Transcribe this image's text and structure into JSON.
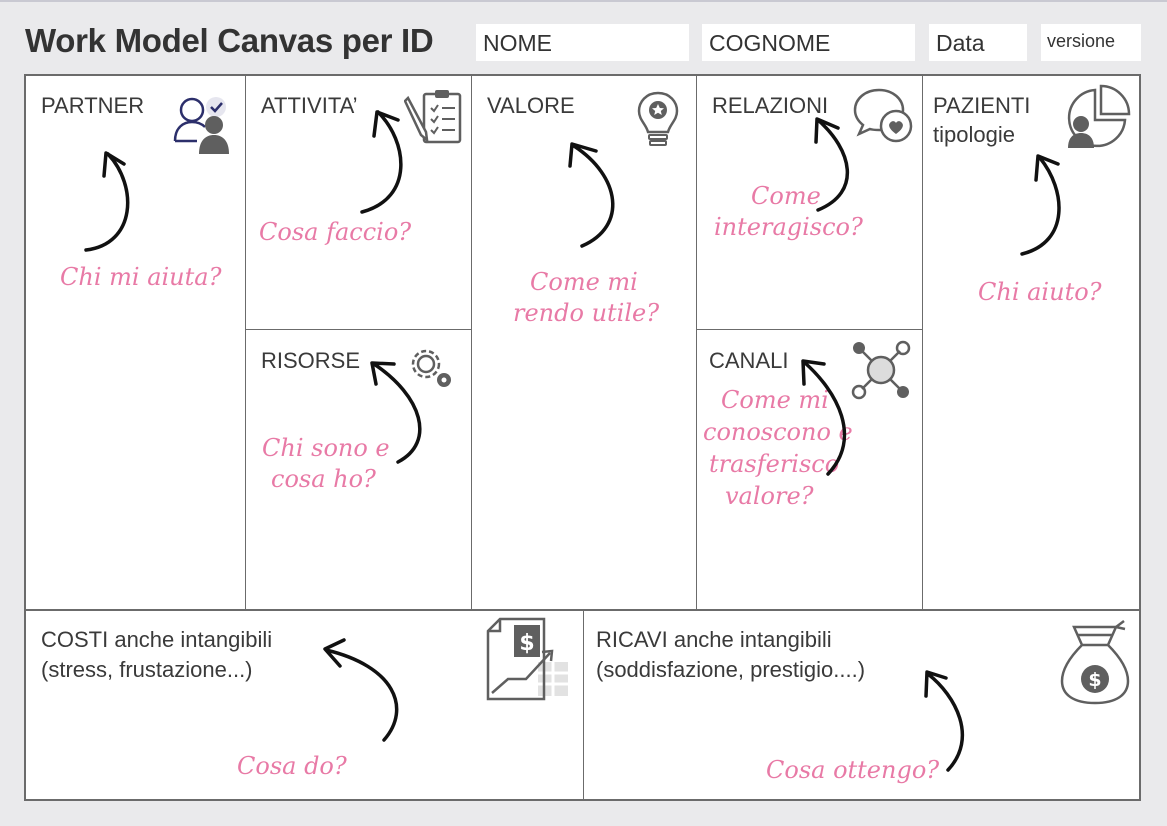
{
  "header": {
    "title": "Work Model Canvas per ID",
    "fields": {
      "nome": "NOME",
      "cognome": "COGNOME",
      "data": "Data",
      "versione": "versione"
    }
  },
  "canvas": {
    "partner": {
      "label": "PARTNER",
      "question": "Chi mi aiuta?"
    },
    "attivita": {
      "label": "ATTIVITA’",
      "question": "Cosa faccio?"
    },
    "risorse": {
      "label": "RISORSE",
      "question_line1": "Chi sono e",
      "question_line2": "cosa ho?"
    },
    "valore": {
      "label": "VALORE",
      "question_line1": "Come mi",
      "question_line2": "rendo utile?"
    },
    "relazioni": {
      "label": "RELAZIONI",
      "question_line1": "Come",
      "question_line2": "interagisco?"
    },
    "canali": {
      "label": "CANALI",
      "question_line1": "Come mi",
      "question_line2": "conoscono e",
      "question_line3": "trasferisco",
      "question_line4": "valore?"
    },
    "pazienti": {
      "label_line1": "PAZIENTI",
      "label_line2": "tipologie",
      "question": "Chi aiuto?"
    },
    "costi": {
      "label_line1": "COSTI anche intangibili",
      "label_line2": "(stress, frustazione...)",
      "question": "Cosa do?"
    },
    "ricavi": {
      "label_line1": "RICAVI anche intangibili",
      "label_line2": "(soddisfazione, prestigio....)",
      "question": "Cosa ottengo?"
    }
  },
  "icons": {
    "partner": "user-check-icon",
    "attivita": "clipboard-checklist-icon",
    "valore": "lightbulb-star-icon",
    "relazioni": "chat-heart-icon",
    "pazienti": "user-pie-chart-icon",
    "risorse": "gears-icon",
    "canali": "network-nodes-icon",
    "costi": "cost-document-icon",
    "ricavi": "money-bag-icon"
  },
  "colors": {
    "question_pink": "#e87aa6",
    "icon_gray": "#5f5f5f",
    "icon_navy": "#2c2f6b",
    "border": "#6b6b6b",
    "background": "#eaeaec"
  }
}
